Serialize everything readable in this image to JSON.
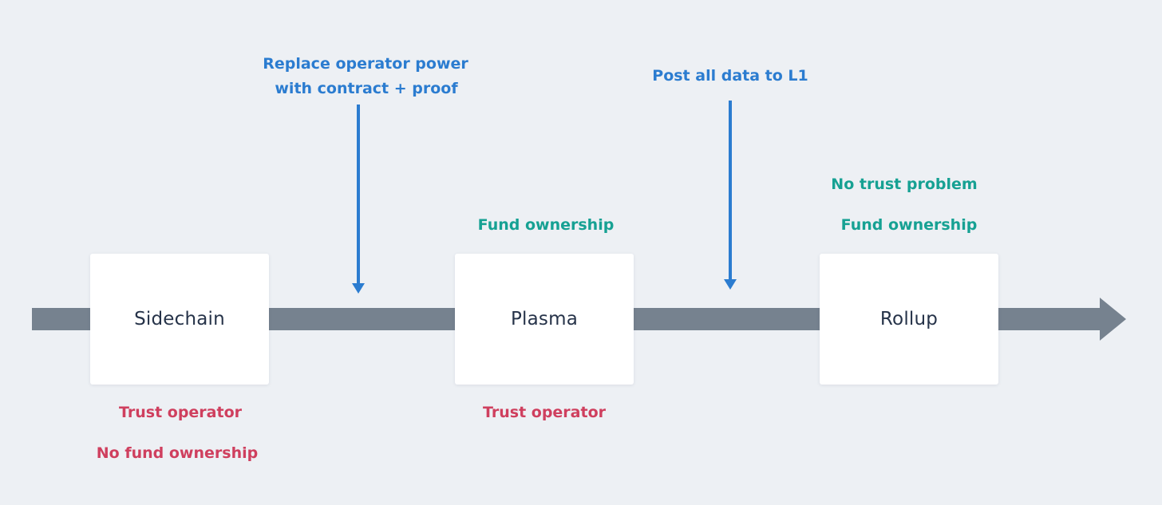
{
  "diagram": {
    "title_semantic": "Scaling solutions evolution: Sidechain to Plasma to Rollup",
    "stages": [
      {
        "label": "Sidechain",
        "pros": [],
        "cons": [
          "Trust operator",
          "No fund ownership"
        ]
      },
      {
        "label": "Plasma",
        "pros": [
          "Fund ownership"
        ],
        "cons": [
          "Trust operator"
        ]
      },
      {
        "label": "Rollup",
        "pros": [
          "No trust problem",
          "Fund ownership"
        ],
        "cons": []
      }
    ],
    "transitions": [
      {
        "from": "Sidechain",
        "to": "Plasma",
        "lines": [
          "Replace operator power",
          "with contract + proof"
        ]
      },
      {
        "from": "Plasma",
        "to": "Rollup",
        "lines": [
          "Post all data to L1"
        ]
      }
    ],
    "colors": {
      "background": "#edf0f4",
      "timeline_gray": "#76828f",
      "annotation_blue": "#2b7cd0",
      "pro_teal": "#16a193",
      "con_red": "#cf3f5e",
      "stage_text": "#263349",
      "box_fill": "#ffffff"
    }
  }
}
